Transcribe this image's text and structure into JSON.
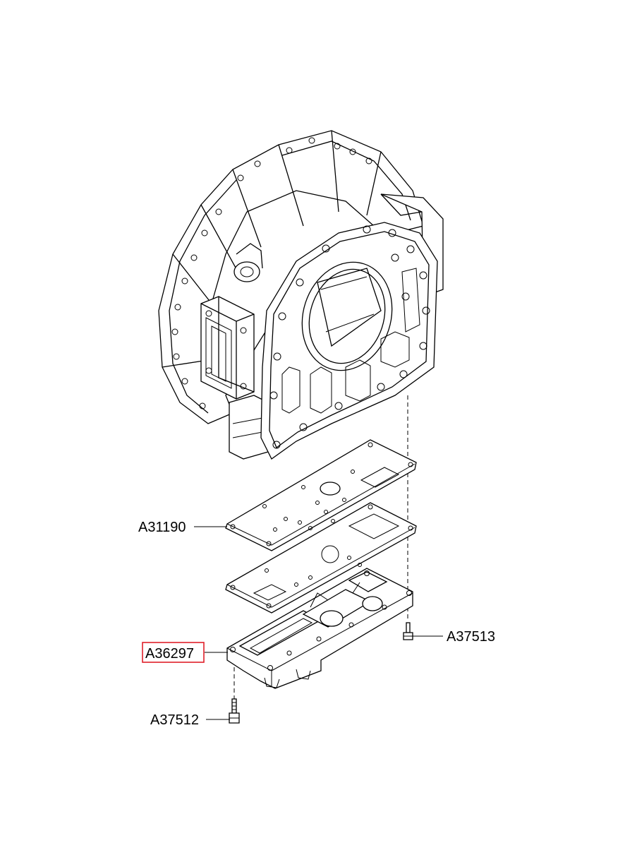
{
  "callouts": [
    {
      "id": "gasket",
      "label": "A31190"
    },
    {
      "id": "valve-body",
      "label": "A36297",
      "highlighted": true
    },
    {
      "id": "bolt-right",
      "label": "A37513"
    },
    {
      "id": "bolt-left",
      "label": "A37512"
    }
  ],
  "highlight_color": "#e0202a"
}
